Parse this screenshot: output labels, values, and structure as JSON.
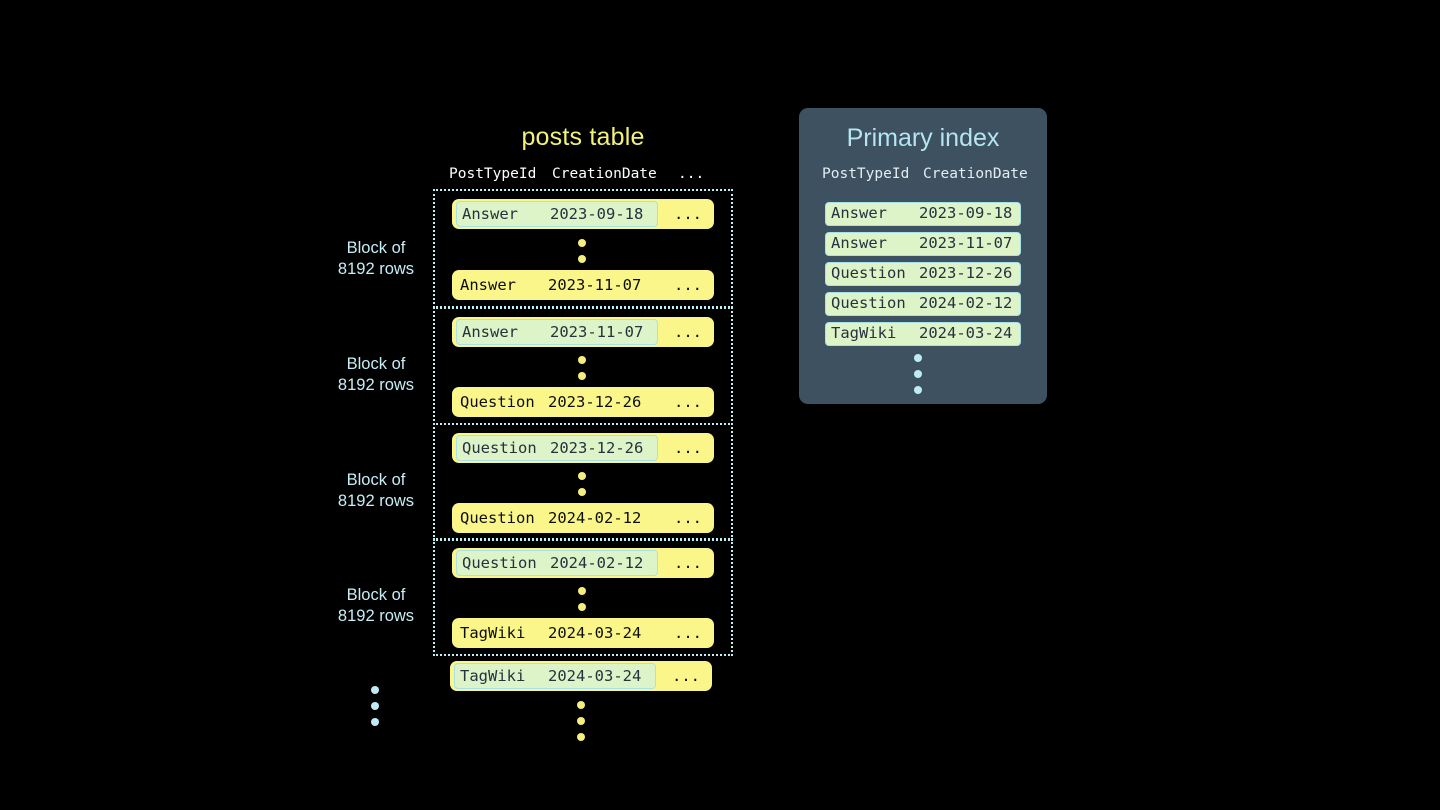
{
  "posts_table": {
    "title": "posts table",
    "columns": [
      "PostTypeId",
      "CreationDate",
      "..."
    ],
    "ellipsis_cell": "...",
    "blocks": [
      {
        "label_line1": "Block of",
        "label_line2": "8192 rows",
        "first_row": {
          "post_type_id": "Answer",
          "creation_date": "2023-09-18",
          "more": "...",
          "marked": true
        },
        "last_row": {
          "post_type_id": "Answer",
          "creation_date": "2023-11-07",
          "more": "...",
          "marked": false
        }
      },
      {
        "label_line1": "Block of",
        "label_line2": "8192 rows",
        "first_row": {
          "post_type_id": "Answer",
          "creation_date": "2023-11-07",
          "more": "...",
          "marked": true
        },
        "last_row": {
          "post_type_id": "Question",
          "creation_date": "2023-12-26",
          "more": "...",
          "marked": false
        }
      },
      {
        "label_line1": "Block of",
        "label_line2": "8192 rows",
        "first_row": {
          "post_type_id": "Question",
          "creation_date": "2023-12-26",
          "more": "...",
          "marked": true
        },
        "last_row": {
          "post_type_id": "Question",
          "creation_date": "2024-02-12",
          "more": "...",
          "marked": false
        }
      },
      {
        "label_line1": "Block of",
        "label_line2": "8192 rows",
        "first_row": {
          "post_type_id": "Question",
          "creation_date": "2024-02-12",
          "more": "...",
          "marked": true
        },
        "last_row": {
          "post_type_id": "TagWiki",
          "creation_date": "2024-03-24",
          "more": "...",
          "marked": false
        }
      }
    ],
    "trailing_row": {
      "post_type_id": "TagWiki",
      "creation_date": "2024-03-24",
      "more": "...",
      "marked": true
    }
  },
  "primary_index": {
    "title": "Primary index",
    "columns": [
      "PostTypeId",
      "CreationDate"
    ],
    "rows": [
      {
        "post_type_id": "Answer",
        "creation_date": "2023-09-18"
      },
      {
        "post_type_id": "Answer",
        "creation_date": "2023-11-07"
      },
      {
        "post_type_id": "Question",
        "creation_date": "2023-12-26"
      },
      {
        "post_type_id": "Question",
        "creation_date": "2024-02-12"
      },
      {
        "post_type_id": "TagWiki",
        "creation_date": "2024-03-24"
      }
    ]
  },
  "colors": {
    "background": "#000000",
    "row_yellow": "#fbf68a",
    "mark_green": "#ddf3c8",
    "mark_border": "#a8e2e8",
    "block_border": "#bfeef5",
    "label_cyan": "#c5eef7",
    "title_yellow": "#f2f27a",
    "panel_slate": "#3d5160",
    "panel_title": "#b5e4f2",
    "dot_yellow": "#f5ef7e",
    "dot_cyan": "#bfeaf7"
  }
}
